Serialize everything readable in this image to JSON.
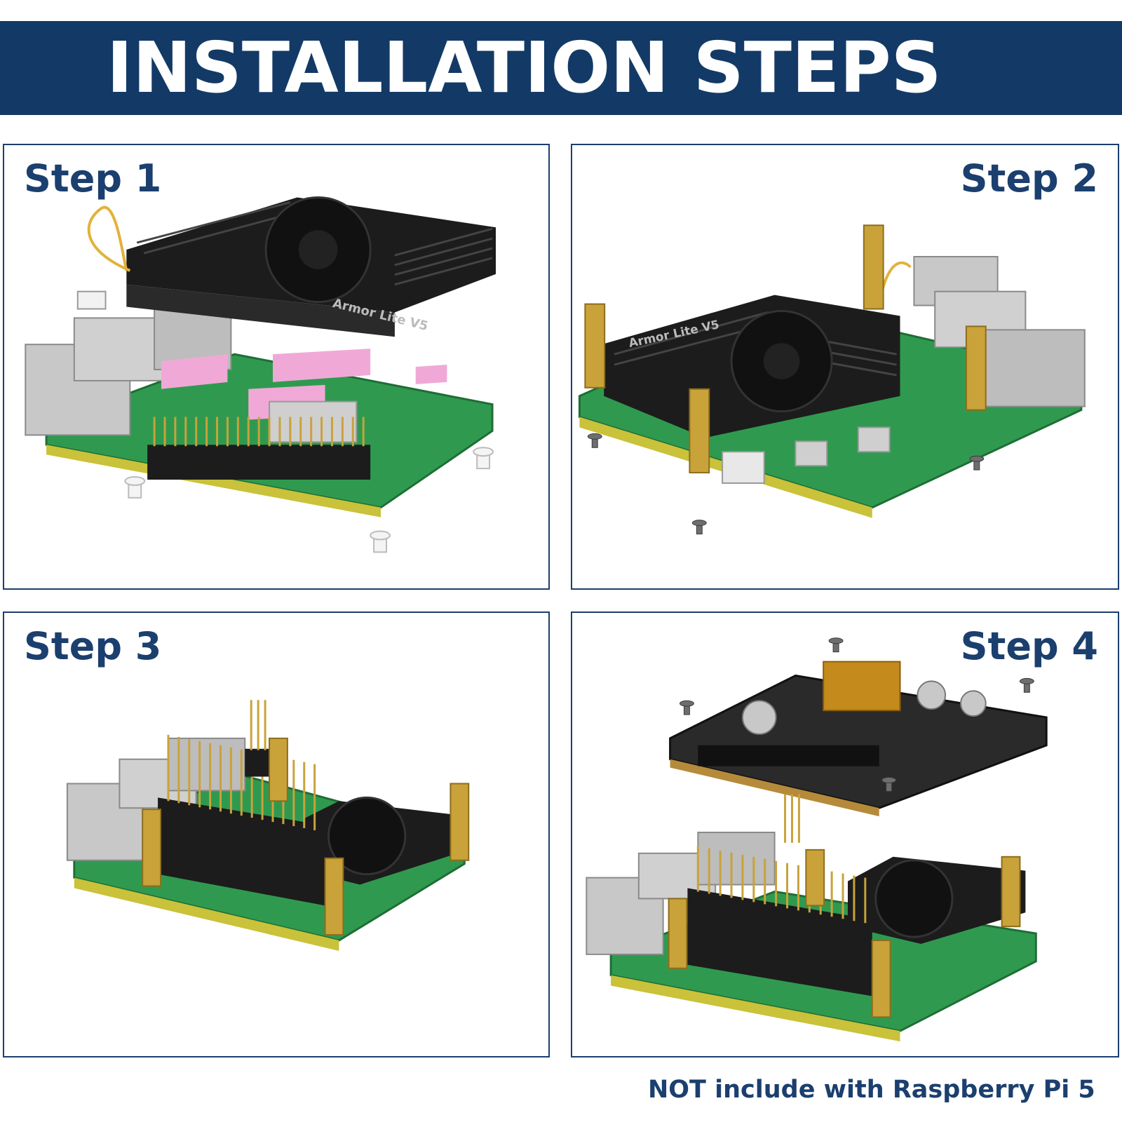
{
  "header": {
    "title": "INSTALLATION STEPS"
  },
  "steps": [
    {
      "label": "Step 1"
    },
    {
      "label": "Step 2"
    },
    {
      "label": "Step 3"
    },
    {
      "label": "Step 4"
    }
  ],
  "heatsink_text": "Armor Lite V5",
  "footnote": "NOT include with Raspberry  Pi 5",
  "colors": {
    "banner": "#133a66",
    "label": "#1b3f6e",
    "pcb_green": "#2f9a4f",
    "heatsink": "#1c1c1c",
    "thermal_pad": "#f0a9d6",
    "brass": "#c9a23a",
    "metal": "#c8c8c8"
  }
}
